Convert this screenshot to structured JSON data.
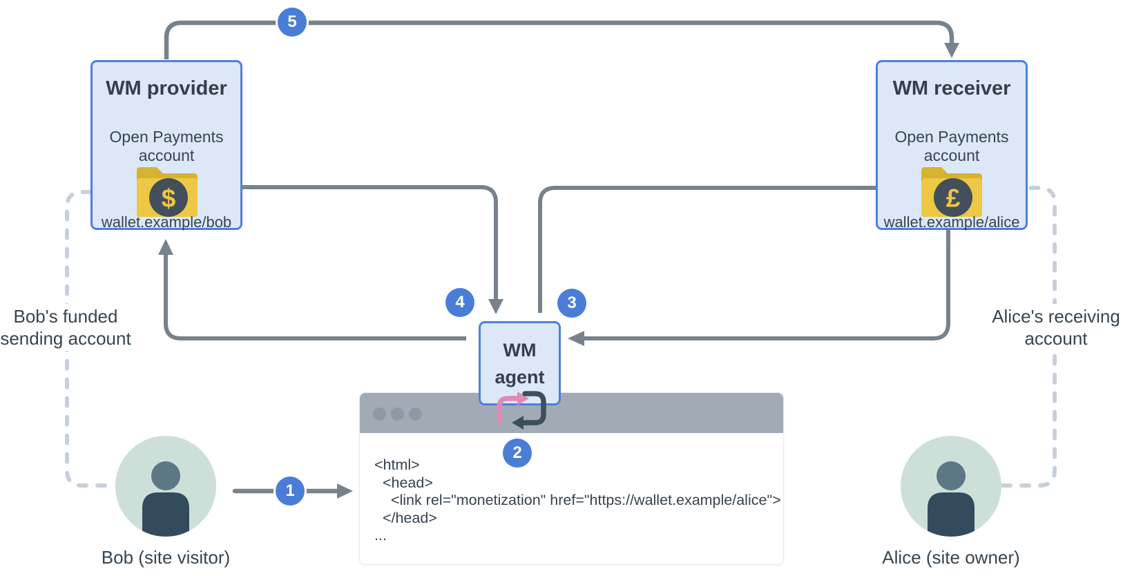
{
  "colors": {
    "accent_blue": "#4a7dd6",
    "box_fill": "#dce8f8",
    "box_border": "#4d80d6",
    "arrow_gray": "#77828d",
    "dashed_gray": "#c6d0dc",
    "folder_yellow": "#ecc844",
    "folder_dark_yellow": "#d7b231",
    "folder_circle": "#454f5b",
    "pink_arrow": "#df8ab4",
    "dark_arrow": "#3d4f5c",
    "avatar_bg": "#ccdfd9",
    "text_dark": "#333f4b"
  },
  "nodes": {
    "provider": {
      "title": "WM provider",
      "subtitle_line1": "Open Payments",
      "subtitle_line2": "account",
      "wallet": "wallet.example/bob",
      "currency": "$"
    },
    "receiver": {
      "title": "WM receiver",
      "subtitle_line1": "Open Payments",
      "subtitle_line2": "account",
      "wallet": "wallet.example/alice",
      "currency": "£"
    },
    "agent": {
      "line1": "WM",
      "line2": "agent"
    }
  },
  "actors": {
    "bob": {
      "label": "Bob (site visitor)"
    },
    "alice": {
      "label": "Alice (site owner)"
    }
  },
  "side_labels": {
    "bob_line1": "Bob's funded",
    "bob_line2": "sending account",
    "alice_line1": "Alice's receiving",
    "alice_line2": "account"
  },
  "steps": [
    "1",
    "2",
    "3",
    "4",
    "5"
  ],
  "browser": {
    "code_lines": [
      "<html>",
      "  <head>",
      "    <link rel=\"monetization\" href=\"https://wallet.example/alice\">",
      "  </head>",
      "..."
    ]
  }
}
